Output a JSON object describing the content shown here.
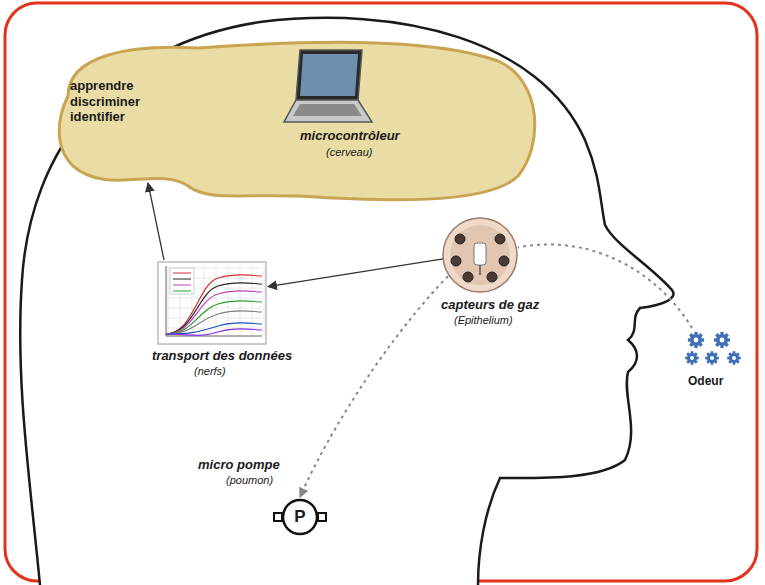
{
  "diagram": {
    "nodes": [
      {
        "text": [
          "apprendre discriminer identifier",
          "microcontrôleur",
          "(cerveau)"
        ]
      },
      {
        "text": [
          "capteurs de gaz",
          "(Epithelium)"
        ]
      },
      {
        "text": [
          "transport des données",
          "(nerfs)"
        ]
      },
      {
        "text": [
          "P",
          "micro pompe",
          "(poumon)"
        ]
      },
      {
        "text": [
          "Odeur"
        ]
      }
    ],
    "edges": [
      {
        "from": 1,
        "to": 2,
        "arrow": "to"
      },
      {
        "from": 2,
        "to": 0,
        "arrow": "to"
      },
      {
        "from": 1,
        "to": 3,
        "arrow": "to"
      },
      {
        "from": 4,
        "to": 1,
        "arrow": "none"
      }
    ]
  }
}
